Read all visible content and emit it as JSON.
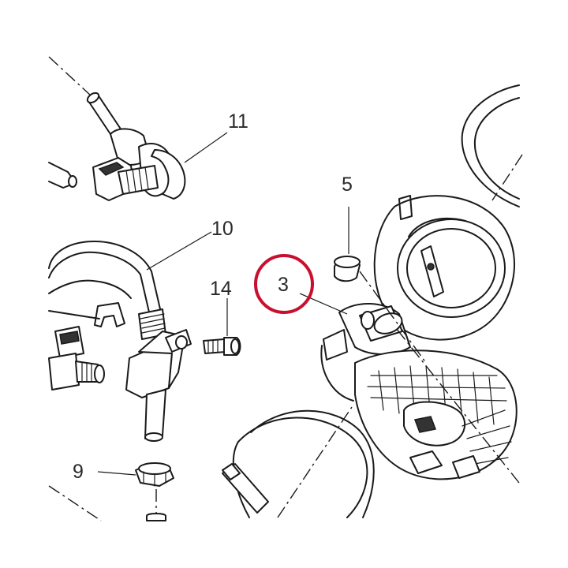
{
  "diagram": {
    "callouts": [
      {
        "id": "11",
        "label": "11"
      },
      {
        "id": "10",
        "label": "10"
      },
      {
        "id": "5",
        "label": "5"
      },
      {
        "id": "3",
        "label": "3"
      },
      {
        "id": "14",
        "label": "14"
      },
      {
        "id": "9",
        "label": "9"
      }
    ],
    "highlighted_callout": "3",
    "highlight_color": "#c8102e",
    "line_color": "#1a1a1a"
  }
}
